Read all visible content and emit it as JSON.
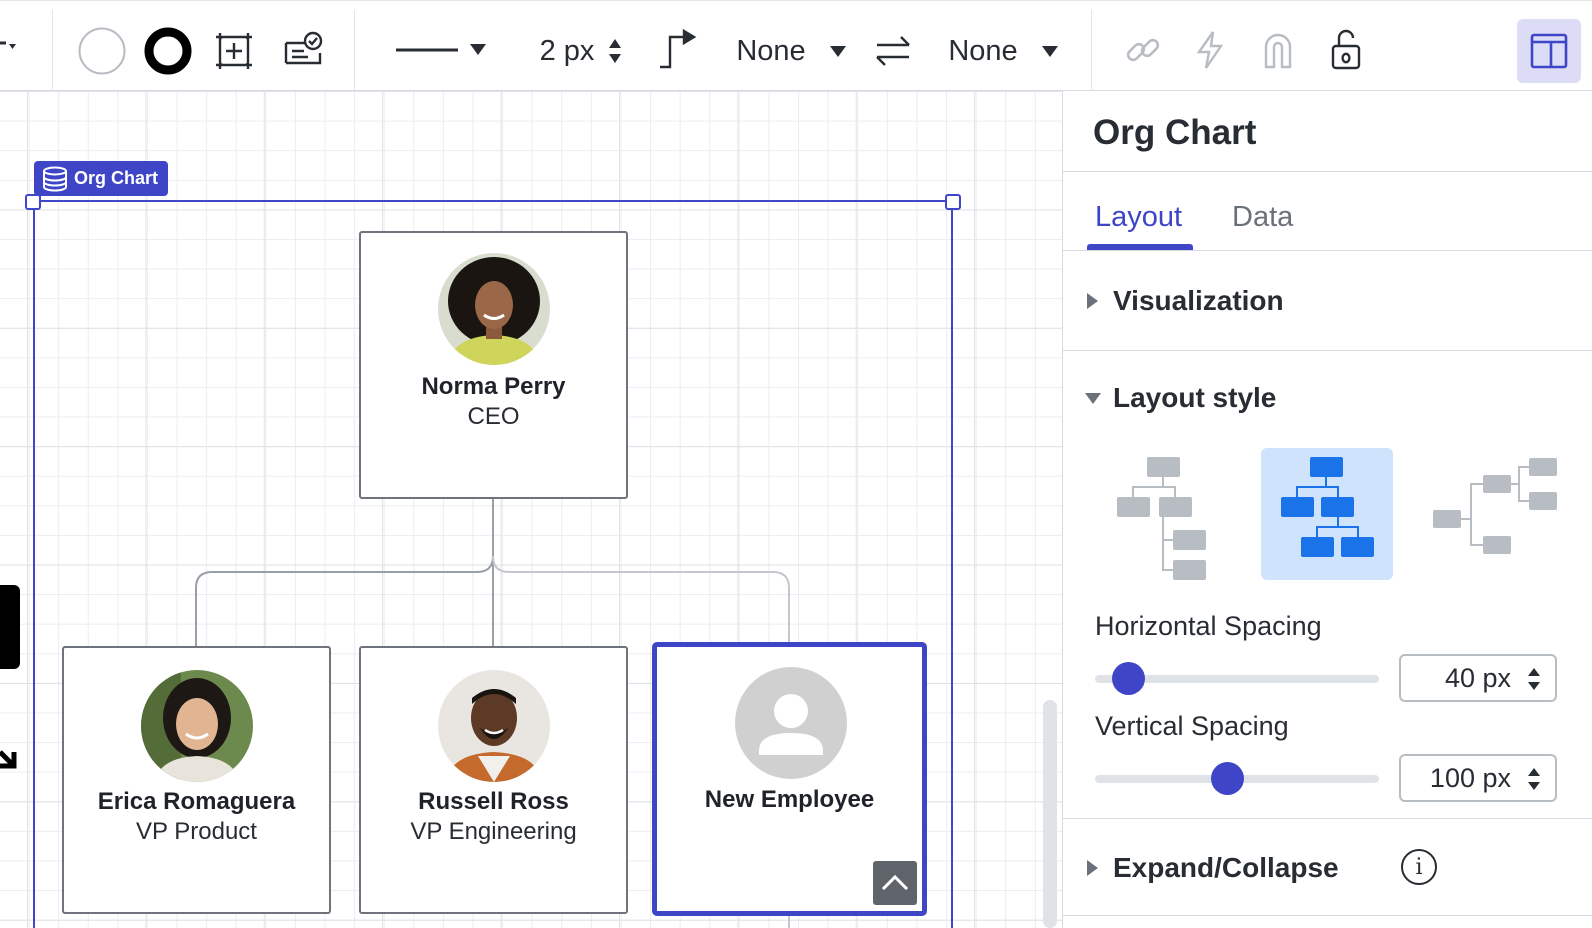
{
  "toolbar": {
    "stroke_width": "2 px",
    "start_arrow": "None",
    "end_arrow": "None"
  },
  "canvas": {
    "container_tag": "Org Chart",
    "people": [
      {
        "name": "Norma Perry",
        "title": "CEO"
      },
      {
        "name": "Erica Romaguera",
        "title": "VP Product"
      },
      {
        "name": "Russell Ross",
        "title": "VP Engineering"
      },
      {
        "name": "New Employee",
        "title": ""
      }
    ]
  },
  "panel": {
    "title": "Org Chart",
    "tabs": [
      {
        "label": "Layout",
        "active": true
      },
      {
        "label": "Data",
        "active": false
      }
    ],
    "sections": {
      "visualization": "Visualization",
      "layout_style": "Layout style",
      "expand_collapse": "Expand/Collapse"
    },
    "layout_styles": [
      "compact",
      "tree",
      "horizontal"
    ],
    "selected_layout_style": "tree",
    "horizontal_spacing": {
      "label": "Horizontal Spacing",
      "value": "40 px",
      "slider_fraction": 0.06
    },
    "vertical_spacing": {
      "label": "Vertical Spacing",
      "value": "100 px",
      "slider_fraction": 0.41
    }
  },
  "colors": {
    "accent": "#3f45c7",
    "layout_active_bg": "#cfe3fd",
    "layout_active_icon": "#1a73e8"
  }
}
